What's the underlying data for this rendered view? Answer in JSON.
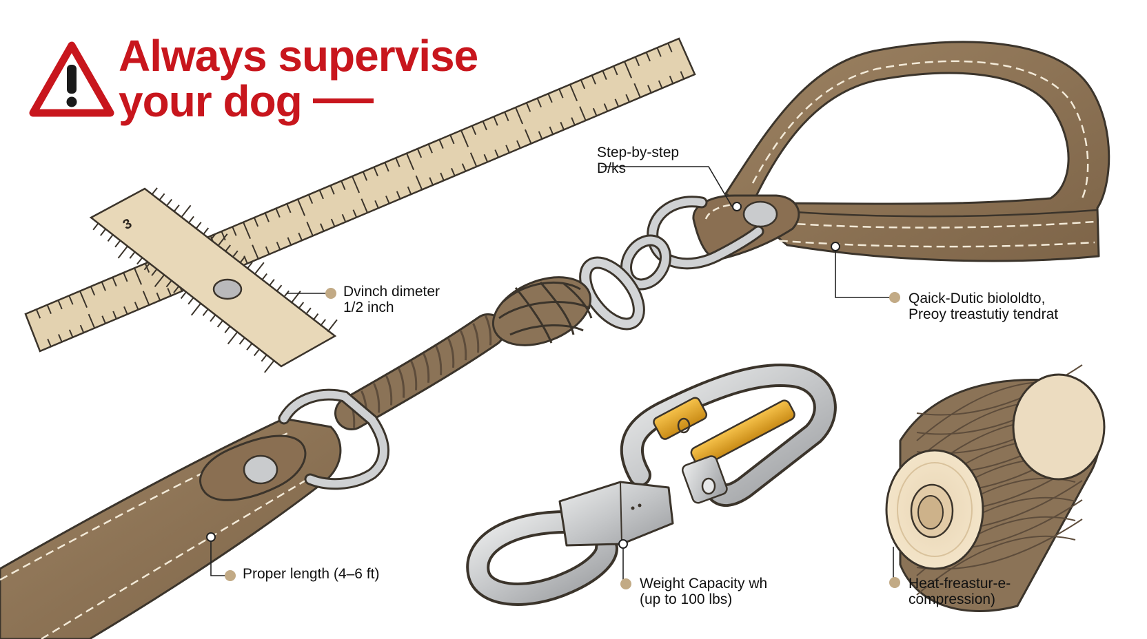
{
  "warning": {
    "line1": "Always supervise",
    "line2": "your dog",
    "icon": "warning-triangle-icon",
    "color": "#c8161d"
  },
  "ruler": {
    "mark": "3"
  },
  "callouts": {
    "step_by_step": {
      "line1": "Step-by-step",
      "line2": "D/ks"
    },
    "diameter": {
      "line1": "Dvinch dimeter",
      "line2": "1/2 inch"
    },
    "quick_duty": {
      "line1": "Qaick-Dutic biololdto,",
      "line2": "Preoy treastutiy tendrat"
    },
    "proper_length": {
      "line1": "Proper length (4–6 ft)"
    },
    "weight_capacity": {
      "line1": "Weight Capacity wh",
      "line2": "(up to 100 lbs)"
    },
    "heat_treasure": {
      "line1": "Heat-freastur-e-",
      "line2": "compression)"
    }
  },
  "colors": {
    "leather": "#8e7456",
    "leather_dark": "#6f5a43",
    "stitch": "#f3ead8",
    "ruler": "#e3d2b0",
    "metal": "#c9cbcd",
    "brass": "#e8a92b",
    "dot": "#c2aa85"
  }
}
